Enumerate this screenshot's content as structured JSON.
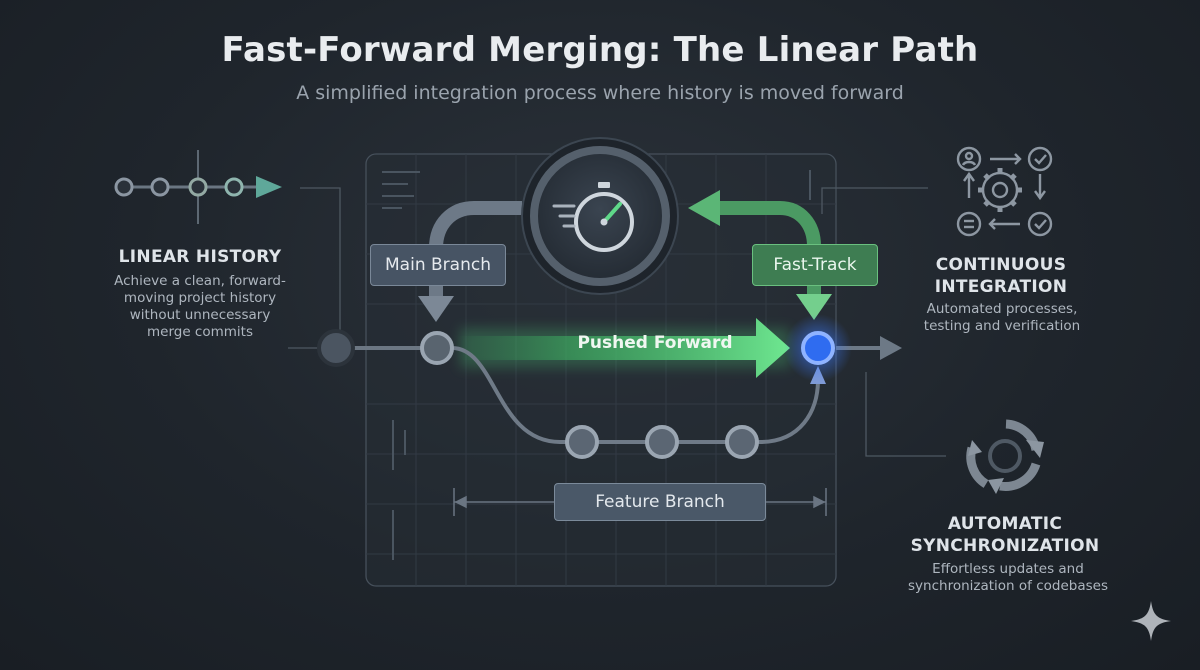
{
  "title": "Fast-Forward Merging: The Linear Path",
  "subtitle": "A simplified integration process where history is moved forward",
  "left_panel": {
    "heading": "LINEAR HISTORY",
    "description": "Achieve a clean, forward-moving project history without unnecessary merge commits",
    "icon": "linear-commits-icon"
  },
  "right_top_panel": {
    "heading": "CONTINUOUS INTEGRATION",
    "description": "Automated processes, testing and verification",
    "icon": "ci-cycle-icon"
  },
  "right_bottom_panel": {
    "heading": "AUTOMATIC SYNCHRONIZATION",
    "description": "Effortless updates and synchronization of codebases",
    "icon": "sync-arrows-icon"
  },
  "diagram": {
    "main_branch_label": "Main Branch",
    "fast_track_label": "Fast-Track",
    "pushed_forward_label": "Pushed Forward",
    "feature_branch_label": "Feature Branch",
    "center_icon": "stopwatch-icon"
  },
  "colors": {
    "background": "#1f252c",
    "accent_green": "#4fd27a",
    "accent_blue": "#2f6cf0",
    "node_gray": "#5d6874"
  }
}
